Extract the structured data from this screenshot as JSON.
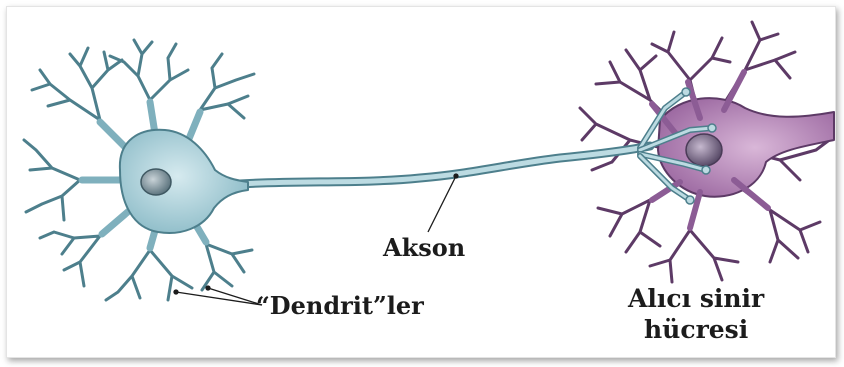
{
  "labels": {
    "axon": "Akson",
    "dendrites": "“Dendrit”ler",
    "receiver_line1": "Alıcı sinir",
    "receiver_line2": "hücresi"
  },
  "colors": {
    "neuron_fill": "#a9cdd6",
    "neuron_stroke": "#4d7f8c",
    "receiver_fill": "#b98ab9",
    "receiver_stroke": "#5d3a66",
    "text": "#1c1c1c"
  }
}
